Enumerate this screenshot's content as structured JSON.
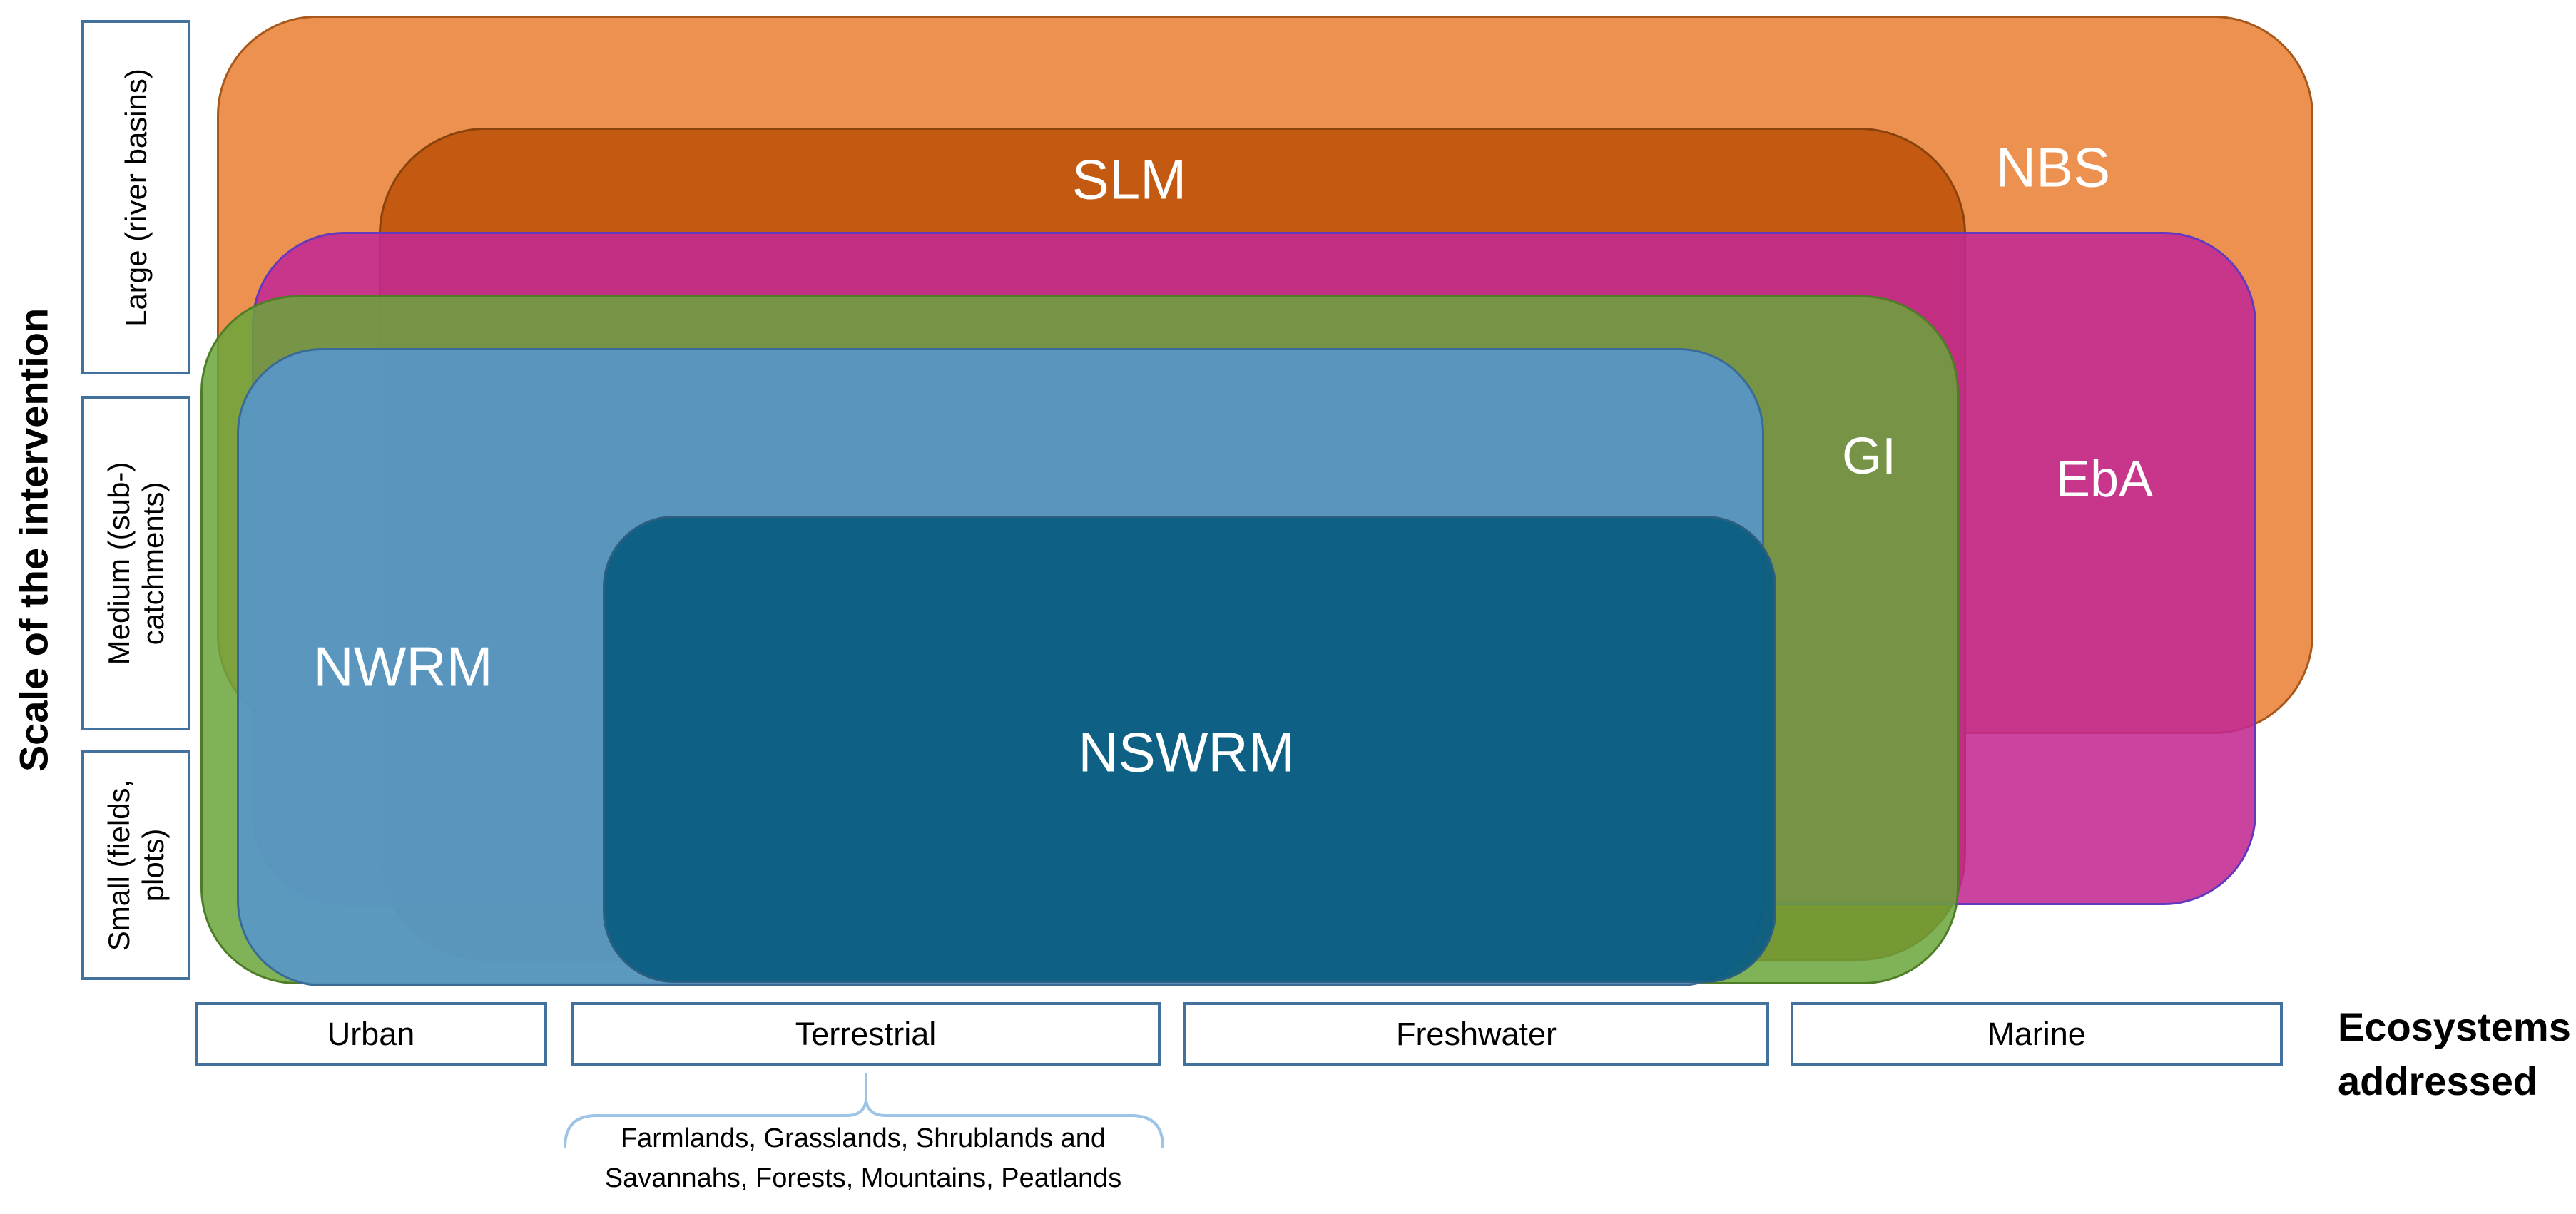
{
  "diagram": {
    "y_axis": {
      "title": "Scale of the intervention",
      "boxes": [
        {
          "label": "Large (river basins)"
        },
        {
          "label": "Medium ((sub-) catchments)"
        },
        {
          "label": "Small (fields, plots)"
        }
      ]
    },
    "x_axis": {
      "title": "Ecosystems addressed",
      "boxes": [
        {
          "label": "Urban"
        },
        {
          "label": "Terrestrial"
        },
        {
          "label": "Freshwater"
        },
        {
          "label": "Marine"
        }
      ]
    },
    "regions": {
      "nbs": {
        "label": "NBS",
        "fill": "#EC9150",
        "border": "#A8581B"
      },
      "slm": {
        "label": "SLM",
        "fill": "#C45A11",
        "border": "#8A430D"
      },
      "eba": {
        "label": "EbA",
        "fill": "rgba(193,41,146,0.88)",
        "border": "#6439C0"
      },
      "gi": {
        "label": "GI",
        "fill": "rgba(106,164,59,0.85)",
        "border": "#4F7D27"
      },
      "nwrm": {
        "label": "NWRM",
        "fill": "rgba(86,150,203,0.90)",
        "border": "#3A6B96"
      },
      "nswrm": {
        "label": "NSWRM",
        "fill": "rgba(13,94,130,0.96)",
        "border": "#2C5F80"
      }
    },
    "annotation": {
      "text": "Farmlands, Grasslands, Shrublands and Savannahs, Forests, Mountains, Peatlands",
      "brace_color": "#9DC3E6"
    },
    "box_border_color": "#41719C",
    "label_text_color": "#ffffff"
  }
}
